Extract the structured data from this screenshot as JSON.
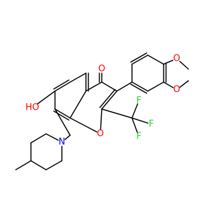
{
  "molecule": {
    "atoms": {
      "o_carbonyl": {
        "text": "O",
        "color": "#ff0000"
      },
      "o_ring": {
        "text": "O",
        "color": "#ff0000"
      },
      "o_hydroxy": {
        "text": "HO",
        "color": "#ff0000"
      },
      "o_methoxy_top": {
        "text": "O",
        "color": "#ff0000"
      },
      "o_methoxy_bottom": {
        "text": "O",
        "color": "#ff0000"
      },
      "n_piperidine": {
        "text": "N",
        "color": "#0000ff"
      },
      "f_top": {
        "text": "F",
        "color": "#33cc33"
      },
      "f_right": {
        "text": "F",
        "color": "#33cc33"
      },
      "f_bottom": {
        "text": "F",
        "color": "#33cc33"
      }
    },
    "bond_color": "#000000"
  }
}
